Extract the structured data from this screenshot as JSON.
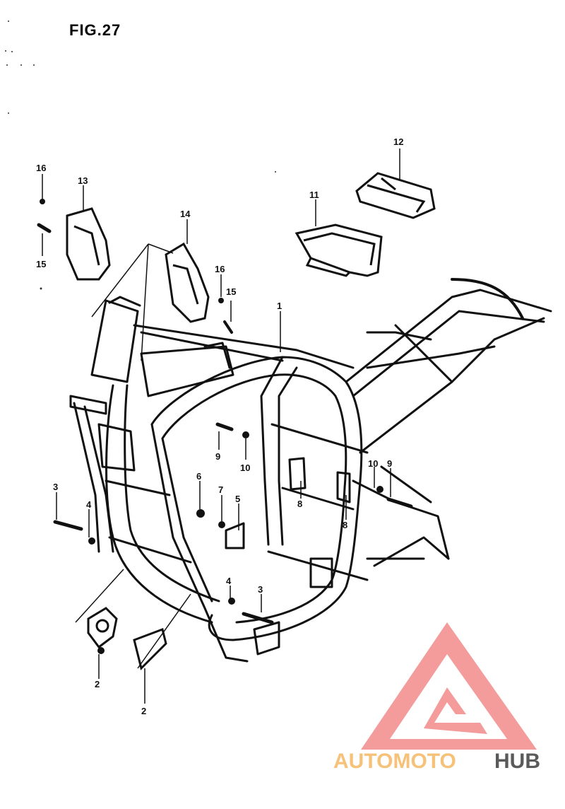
{
  "figure": {
    "title": "FIG.27"
  },
  "callouts": [
    "1",
    "2",
    "2",
    "3",
    "3",
    "4",
    "5",
    "6",
    "7",
    "8",
    "8",
    "9",
    "9",
    "10",
    "10",
    "11",
    "12",
    "14",
    "15",
    "15",
    "16",
    "16",
    "13",
    "4"
  ],
  "watermark": {
    "part1": "AUTOMOTO",
    "part2": "HUB",
    "color_primary": "#f28a8a",
    "color_part1": "#f6c27a",
    "color_part2": "#5a5a5a"
  },
  "colors": {
    "ink": "#111111",
    "background": "#ffffff"
  }
}
